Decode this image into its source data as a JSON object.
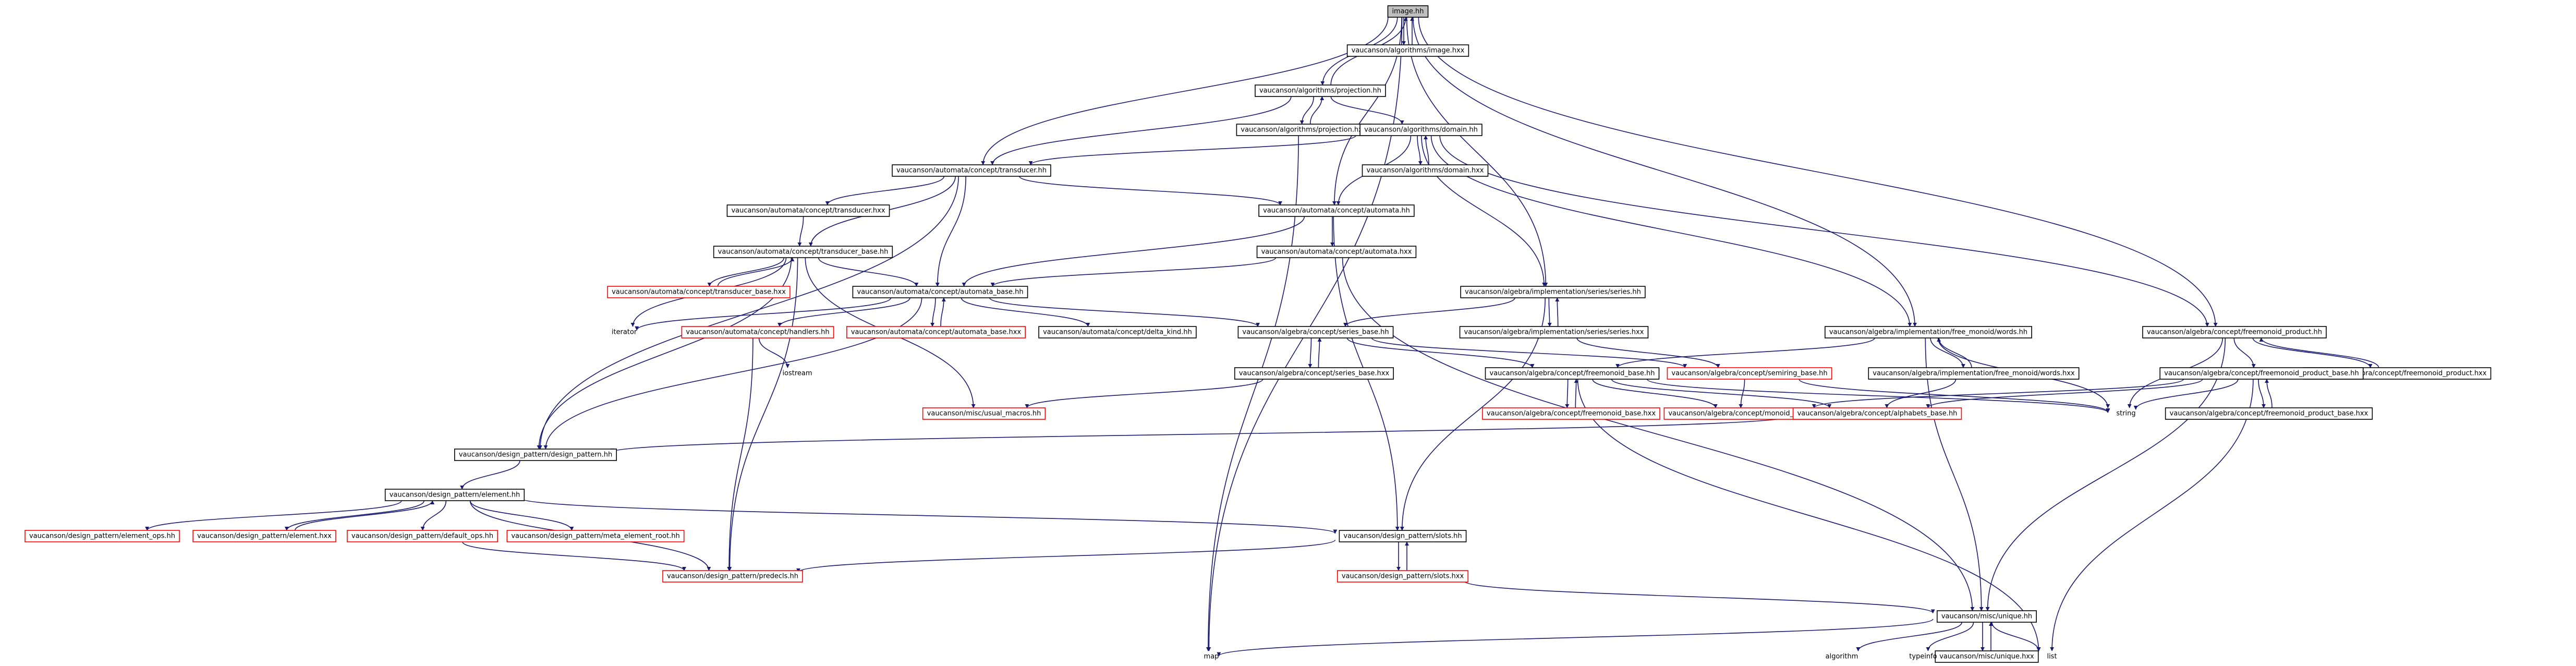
{
  "diagram": {
    "colors": {
      "edge": "#191970",
      "node_border": "#000000",
      "node_border_undocumented": "#ff0000",
      "root_fill": "#bfbfbf",
      "background": "#ffffff"
    },
    "nodes": {
      "image_hh": "image.hh",
      "algorithms_image_hxx": "vaucanson/algorithms/image.hxx",
      "algorithms_projection_hh": "vaucanson/algorithms/projection.hh",
      "algorithms_projection_hxx": "vaucanson/algorithms/projection.hxx",
      "algorithms_domain_hh": "vaucanson/algorithms/domain.hh",
      "algorithms_domain_hxx": "vaucanson/algorithms/domain.hxx",
      "automata_transducer_hh": "vaucanson/automata/concept/transducer.hh",
      "automata_transducer_hxx": "vaucanson/automata/concept/transducer.hxx",
      "automata_automata_hh": "vaucanson/automata/concept/automata.hh",
      "automata_automata_hxx": "vaucanson/automata/concept/automata.hxx",
      "automata_transducer_base_hh": "vaucanson/automata/concept/transducer_base.hh",
      "automata_transducer_base_hxx": "vaucanson/automata/concept/transducer_base.hxx",
      "automata_automata_base_hh": "vaucanson/automata/concept/automata_base.hh",
      "automata_handlers_hh": "vaucanson/automata/concept/handlers.hh",
      "automata_automata_base_hxx": "vaucanson/automata/concept/automata_base.hxx",
      "automata_delta_kind_hh": "vaucanson/automata/concept/delta_kind.hh",
      "iterator": "iterator",
      "iostream": "iostream",
      "series_series_hh": "vaucanson/algebra/implementation/series/series.hh",
      "series_series_hxx": "vaucanson/algebra/implementation/series/series.hxx",
      "free_monoid_words_hh": "vaucanson/algebra/implementation/free_monoid/words.hh",
      "free_monoid_words_hxx": "vaucanson/algebra/implementation/free_monoid/words.hxx",
      "freemonoid_product_hh": "vaucanson/algebra/concept/freemonoid_product.hh",
      "freemonoid_product_hxx": "vaucanson/algebra/concept/freemonoid_product.hxx",
      "freemonoid_product_base_hh": "vaucanson/algebra/concept/freemonoid_product_base.hh",
      "freemonoid_product_base_hxx": "vaucanson/algebra/concept/freemonoid_product_base.hxx",
      "series_base_hh": "vaucanson/algebra/concept/series_base.hh",
      "series_base_hxx": "vaucanson/algebra/concept/series_base.hxx",
      "freemonoid_base_hh": "vaucanson/algebra/concept/freemonoid_base.hh",
      "freemonoid_base_hxx": "vaucanson/algebra/concept/freemonoid_base.hxx",
      "semiring_base_hh": "vaucanson/algebra/concept/semiring_base.hh",
      "monoid_base_hh": "vaucanson/algebra/concept/monoid_base.hh",
      "alphabets_base_hh": "vaucanson/algebra/concept/alphabets_base.hh",
      "string": "string",
      "misc_usual_macros_hh": "vaucanson/misc/usual_macros.hh",
      "design_pattern_hh": "vaucanson/design_pattern/design_pattern.hh",
      "element_hh": "vaucanson/design_pattern/element.hh",
      "element_ops_hh": "vaucanson/design_pattern/element_ops.hh",
      "element_hxx": "vaucanson/design_pattern/element.hxx",
      "default_ops_hh": "vaucanson/design_pattern/default_ops.hh",
      "meta_element_root_hh": "vaucanson/design_pattern/meta_element_root.hh",
      "slots_hh": "vaucanson/design_pattern/slots.hh",
      "slots_hxx": "vaucanson/design_pattern/slots.hxx",
      "predecls_hh": "vaucanson/design_pattern/predecls.hh",
      "misc_unique_hh": "vaucanson/misc/unique.hh",
      "misc_unique_hxx": "vaucanson/misc/unique.hxx",
      "map": "map",
      "algorithm": "algorithm",
      "typeinfo": "typeinfo",
      "list": "list"
    }
  }
}
